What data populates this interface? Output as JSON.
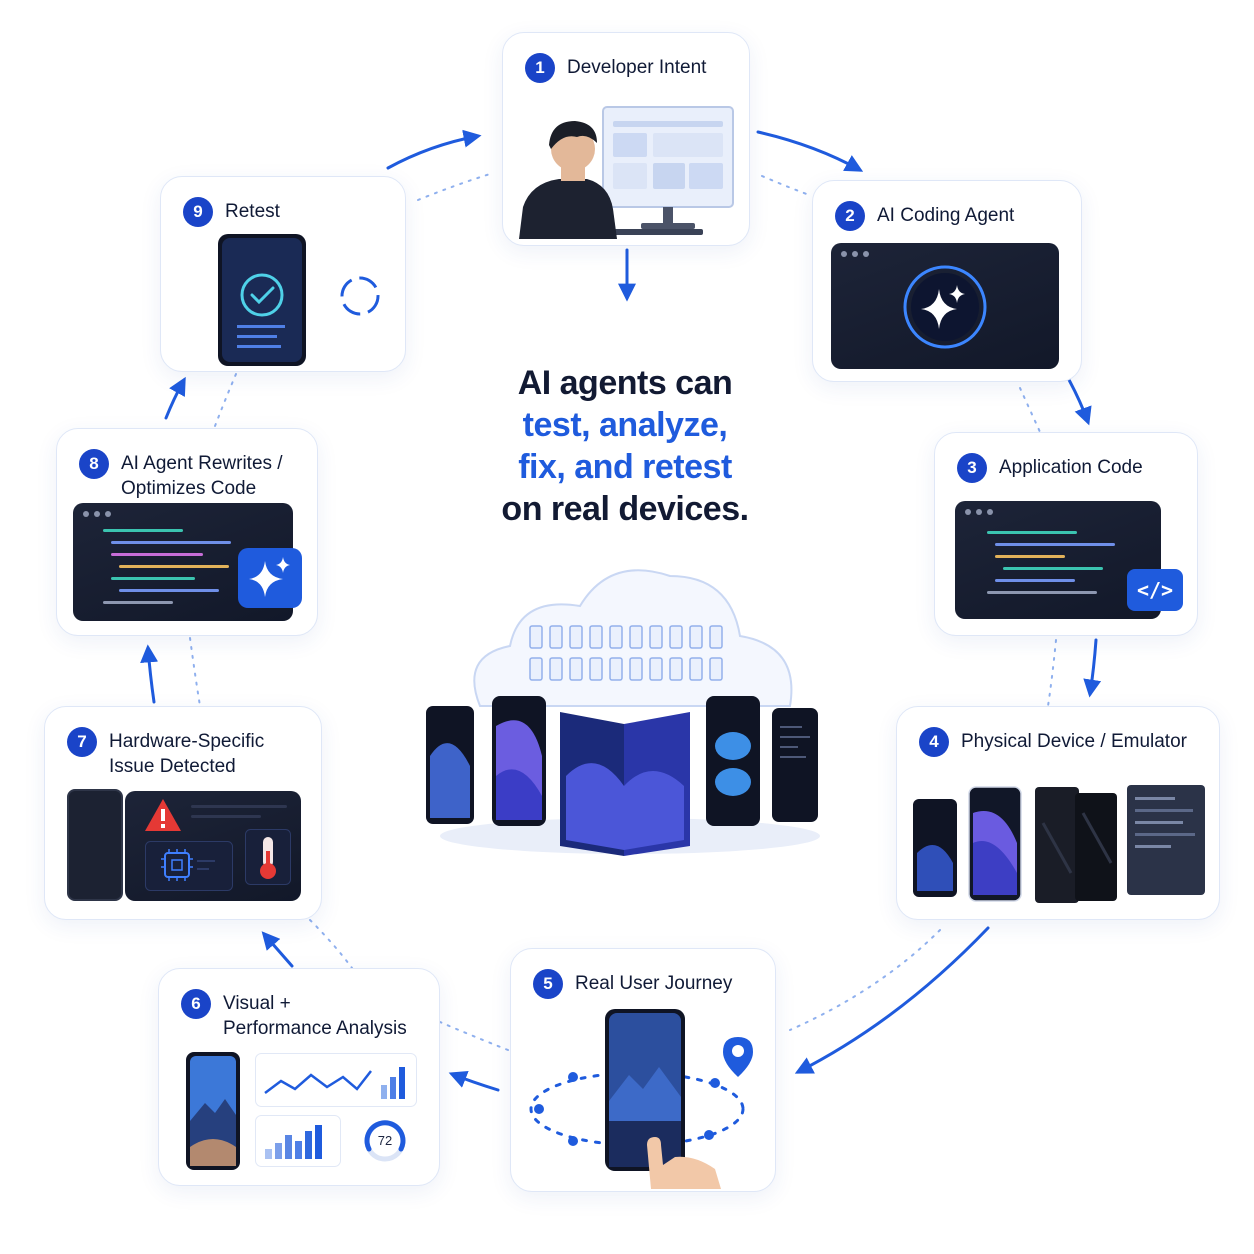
{
  "headline": {
    "line1": "AI agents can",
    "line2": "test, analyze,",
    "line3": "fix, and retest",
    "line4": "on real devices."
  },
  "steps": [
    {
      "num": "1",
      "label": "Developer Intent"
    },
    {
      "num": "2",
      "label": "AI Coding Agent"
    },
    {
      "num": "3",
      "label": "Application Code"
    },
    {
      "num": "4",
      "label": "Physical Device / Emulator"
    },
    {
      "num": "5",
      "label": "Real User Journey"
    },
    {
      "num": "6",
      "label": "Visual +\nPerformance Analysis"
    },
    {
      "num": "7",
      "label": "Hardware-Specific\nIssue Detected"
    },
    {
      "num": "8",
      "label": "AI Agent Rewrites /\nOptimizes Code"
    },
    {
      "num": "9",
      "label": "Retest"
    }
  ],
  "gauge": {
    "value": "72"
  },
  "colors": {
    "accent": "#1f5bdd",
    "badge": "#1a44c8",
    "panel": "#151b2c",
    "warning": "#e53935"
  },
  "icons": [
    "developer-at-monitor-illustration",
    "ai-sparkle-icon",
    "code-brackets-icon",
    "device-lineup-illustration",
    "location-pin-icon",
    "touch-hand-icon",
    "line-chart-icon",
    "bar-chart-icon",
    "gauge-icon",
    "warning-icon",
    "chip-icon",
    "thermometer-icon",
    "check-circle-icon",
    "refresh-cycle-icon",
    "cloud-server-icon"
  ]
}
